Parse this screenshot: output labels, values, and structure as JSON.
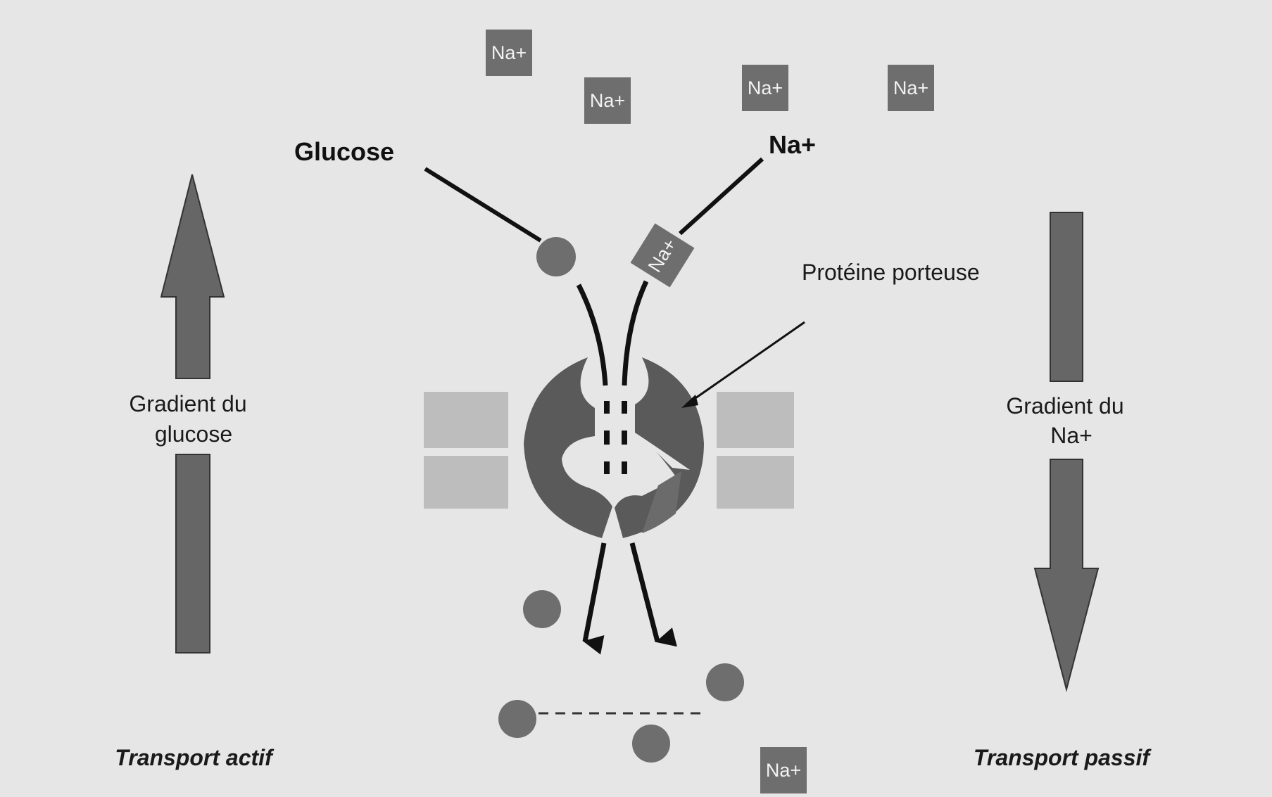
{
  "labels": {
    "glucose": "Glucose",
    "na_top": "Na+",
    "carrier_protein": "Protéine porteuse",
    "gradient_glucose_line1": "Gradient du",
    "gradient_glucose_line2": "glucose",
    "gradient_na_line1": "Gradient du",
    "gradient_na_line2": "Na+",
    "transport_active": "Transport actif",
    "transport_passive": "Transport passif"
  },
  "ions": {
    "na_label": "Na+"
  },
  "colors": {
    "background": "#e6e6e6",
    "ion_fill": "#6e6e6e",
    "protein_fill": "#5a5a5a",
    "membrane_fill": "#bdbdbd",
    "gradient_arrow": "#666666"
  }
}
